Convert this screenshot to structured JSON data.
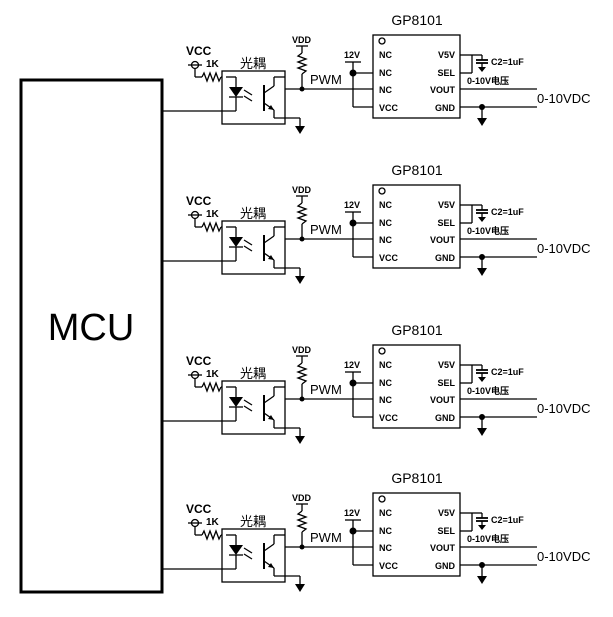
{
  "mcu": {
    "label": "MCU"
  },
  "channels": [
    {
      "chip_name": "GP8101",
      "vcc_label": "VCC",
      "resistor_label": "1K",
      "optocoupler_label": "光耦",
      "vdd_label": "VDD",
      "pwm_label": "PWM",
      "supply_label": "12V",
      "pins_left": [
        "NC",
        "NC",
        "NC",
        "VCC"
      ],
      "pins_right": [
        "V5V",
        "SEL",
        "VOUT",
        "GND"
      ],
      "capacitor_label": "C2=1uF",
      "output_note": "0-10V电压",
      "output_label": "0-10VDC"
    },
    {
      "chip_name": "GP8101",
      "vcc_label": "VCC",
      "resistor_label": "1K",
      "optocoupler_label": "光耦",
      "vdd_label": "VDD",
      "pwm_label": "PWM",
      "supply_label": "12V",
      "pins_left": [
        "NC",
        "NC",
        "NC",
        "VCC"
      ],
      "pins_right": [
        "V5V",
        "SEL",
        "VOUT",
        "GND"
      ],
      "capacitor_label": "C2=1uF",
      "output_note": "0-10V电压",
      "output_label": "0-10VDC"
    },
    {
      "chip_name": "GP8101",
      "vcc_label": "VCC",
      "resistor_label": "1K",
      "optocoupler_label": "光耦",
      "vdd_label": "VDD",
      "pwm_label": "PWM",
      "supply_label": "12V",
      "pins_left": [
        "NC",
        "NC",
        "NC",
        "VCC"
      ],
      "pins_right": [
        "V5V",
        "SEL",
        "VOUT",
        "GND"
      ],
      "capacitor_label": "C2=1uF",
      "output_note": "0-10V电压",
      "output_label": "0-10VDC"
    },
    {
      "chip_name": "GP8101",
      "vcc_label": "VCC",
      "resistor_label": "1K",
      "optocoupler_label": "光耦",
      "vdd_label": "VDD",
      "pwm_label": "PWM",
      "supply_label": "12V",
      "pins_left": [
        "NC",
        "NC",
        "NC",
        "VCC"
      ],
      "pins_right": [
        "V5V",
        "SEL",
        "VOUT",
        "GND"
      ],
      "capacitor_label": "C2=1uF",
      "output_note": "0-10V电压",
      "output_label": "0-10VDC"
    }
  ]
}
